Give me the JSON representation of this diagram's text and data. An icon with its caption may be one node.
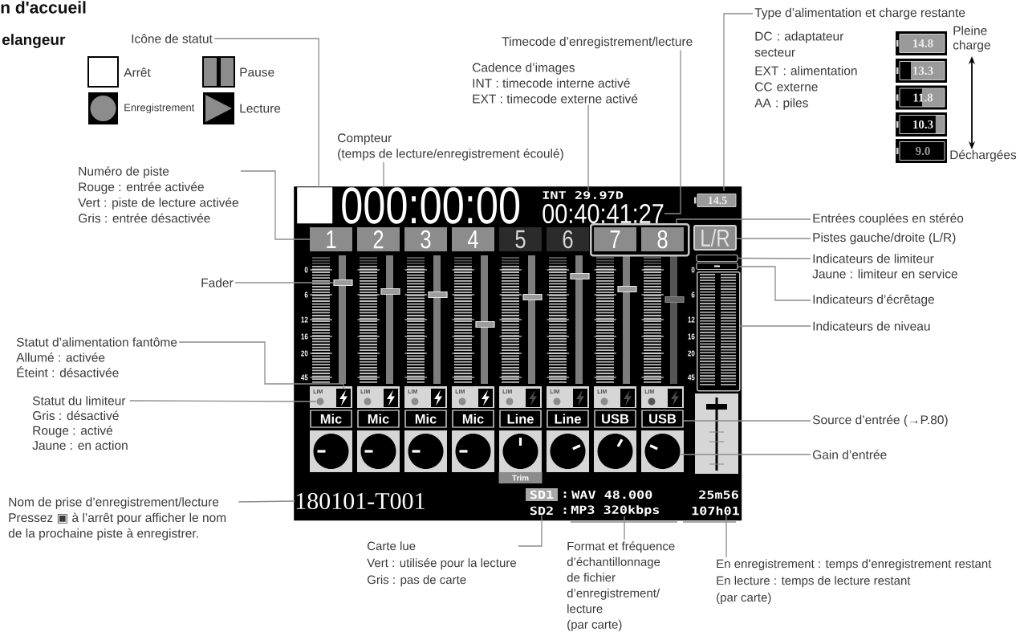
{
  "diagram": {
    "title": "n d'accueil",
    "nodes": [
      {
        "text": [
          "Icône de statut"
        ]
      },
      {
        "text": [
          "Compteur",
          "(temps de lecture/enregistrement écoulé)"
        ]
      },
      {
        "text": [
          "Timecode d’enregistrement/lecture"
        ]
      },
      {
        "text": [
          "Cadence d’images",
          "INT : timecode interne activé",
          "EXT : timecode externe activé"
        ]
      },
      {
        "text": [
          "Type d’alimentation et charge restante"
        ],
        "beside": [
          "DC : adaptateur secteur",
          "EXT : alimentation CC externe",
          "AA : piles"
        ]
      },
      {
        "text": [
          "14.8"
        ]
      },
      {
        "text": [
          "13.3"
        ]
      },
      {
        "text": [
          "11.8"
        ]
      },
      {
        "text": [
          "10.3"
        ]
      },
      {
        "text": [
          "9.0"
        ]
      },
      {
        "text": [
          "Numéro de piste",
          "Rouge : entrée activée",
          "Vert : piste de lecture activée",
          "Gris : entrée désactivée"
        ]
      },
      {
        "text": [
          "Fader"
        ]
      },
      {
        "text": [
          "Statut d’alimentation fantôme",
          "Allumé : activée",
          "Éteint : désactivée"
        ]
      },
      {
        "text": [
          "Statut du limiteur",
          "Gris : désactivé",
          "Rouge : activé",
          "Jaune : en action"
        ]
      },
      {
        "text": [
          "Nom de prise d’enregistrement/lecture",
          "Pressez ▣ à l’arrêt pour afficher le nom de la prochaine piste à enregistrer."
        ]
      },
      {
        "text": [
          "Entrées couplées en stéréo"
        ]
      },
      {
        "text": [
          "Pistes gauche/droite (L/R)"
        ]
      },
      {
        "text": [
          "Indicateurs de limiteur",
          "Jaune : limiteur en service"
        ]
      },
      {
        "text": [
          "Indicateurs d’écrêtage"
        ]
      },
      {
        "text": [
          "Indicateurs de niveau"
        ]
      },
      {
        "text": [
          "Source d’entrée (→P.80)"
        ]
      },
      {
        "text": [
          "Gain d’entrée"
        ]
      },
      {
        "text": [
          "Carte lue",
          "Vert : utilisée pour la lecture",
          "Gris : pas de carte"
        ]
      },
      {
        "text": [
          "Format et fréquence d’échantillonnage de fichier d’enregistrement/ lecture",
          "(par carte)"
        ]
      },
      {
        "text": [
          "En enregistrement : temps d’enregistrement restant",
          "En lecture : temps de lecture restant",
          "(par carte)"
        ]
      },
      {
        "text": [],
        "shape": "box"
      },
      {
        "text": [],
        "shape": "box",
        "in": 25
      },
      {
        "text": [
          "000:00:00"
        ],
        "in": 25
      },
      {
        "text": [
          "INT 29.97D"
        ],
        "in": 25
      },
      {
        "text": [
          "00:40:41:27"
        ],
        "in": 25
      },
      {
        "text": [
          "14.5"
        ],
        "in": 25
      },
      {
        "text": [
          "1"
        ],
        "in": 25
      },
      {
        "text": [
          "2"
        ],
        "in": 25
      },
      {
        "text": [
          "3"
        ],
        "in": 25
      },
      {
        "text": [
          "4"
        ],
        "in": 25
      },
      {
        "text": [
          "5"
        ],
        "in": 25
      },
      {
        "text": [
          "6"
        ],
        "in": 25
      },
      {
        "text": [],
        "shape": "box",
        "in": 25
      },
      {
        "text": [
          "7"
        ],
        "in": 37
      },
      {
        "text": [
          "8"
        ],
        "in": 37
      },
      {
        "text": [
          "L/R"
        ],
        "in": 25
      },
      {
        "text": [],
        "shape": "bar",
        "in": 25
      },
      {
        "text": [],
        "shape": "bar",
        "in": 25
      },
      {
        "text": [],
        "shape": "bar",
        "in": 25,
        "beside": [
          "0",
          "6",
          "12",
          "16",
          "20",
          "45"
        ]
      },
      {
        "text": [],
        "shape": "bar",
        "in": 25
      },
      {
        "text": [],
        "shape": "picture",
        "in": 25
      },
      {
        "text": [],
        "shape": "circle",
        "in": 25
      },
      {
        "text": [
          "Mic"
        ],
        "in": 25
      },
      {
        "text": [
          "Mic"
        ],
        "in": 25
      },
      {
        "text": [
          "Mic"
        ],
        "in": 25
      },
      {
        "text": [
          "Mic"
        ],
        "in": 25
      },
      {
        "text": [
          "Line"
        ],
        "in": 25
      },
      {
        "text": [
          "Line"
        ],
        "in": 25
      },
      {
        "text": [
          "USB"
        ],
        "in": 25
      },
      {
        "text": [
          "USB"
        ],
        "in": 25
      },
      {
        "text": [],
        "shape": "circle",
        "in": 25
      },
      {
        "text": [
          "Trim"
        ],
        "in": 25
      },
      {
        "text": [
          "180101-T001"
        ],
        "in": 25
      },
      {
        "text": [
          "SD1"
        ],
        "in": 25
      },
      {
        "text": [
          "SD2"
        ],
        "in": 25
      },
      {
        "text": [
          "MP3 320kbps"
        ],
        "in": 25
      },
      {
        "text": [
          "107h01"
        ],
        "in": 25
      },
      {
        "text": [],
        "shape": "circle",
        "in": 25
      },
      {
        "text": [],
        "shape": "circle",
        "in": 25
      },
      {
        "text": [],
        "shape": "circle",
        "in": 25
      },
      {
        "text": [],
        "shape": "circle",
        "in": 25
      },
      {
        "text": [],
        "shape": "circle",
        "in": 25
      },
      {
        "text": [],
        "shape": "circle",
        "in": 25
      },
      {
        "text": [],
        "shape": "circle",
        "in": 25
      }
    ],
    "edges": [
      {
        "from": 0,
        "to": 26,
        "arrow": "none"
      },
      {
        "from": 1,
        "to": 27,
        "arrow": "none"
      },
      {
        "from": 2,
        "to": 29,
        "arrow": "none"
      },
      {
        "from": 3,
        "to": 28,
        "arrow": "none"
      },
      {
        "from": 4,
        "to": 30,
        "arrow": "none"
      },
      {
        "from": 10,
        "to": 31,
        "arrow": "none"
      },
      {
        "from": 11,
        "to": 44,
        "arrow": "none"
      },
      {
        "from": 12,
        "to": 45,
        "arrow": "none"
      },
      {
        "from": 13,
        "to": 46,
        "arrow": "none"
      },
      {
        "from": 14,
        "to": 57,
        "arrow": "none"
      },
      {
        "from": 15,
        "to": 37,
        "arrow": "none"
      },
      {
        "from": 16,
        "to": 40,
        "arrow": "none"
      },
      {
        "from": 17,
        "to": 41,
        "arrow": "none"
      },
      {
        "from": 18,
        "to": 42,
        "arrow": "none"
      },
      {
        "from": 19,
        "to": 43,
        "arrow": "none"
      },
      {
        "from": 20,
        "to": 54,
        "arrow": "none"
      },
      {
        "from": 21,
        "to": 55,
        "arrow": "none"
      },
      {
        "from": 22,
        "to": 59,
        "arrow": "none"
      },
      {
        "from": 23,
        "to": 60,
        "arrow": "none"
      },
      {
        "from": 24,
        "to": 61,
        "arrow": "none"
      }
    ],
    "labels": [
      "elangeur",
      "Pleine charge",
      "Déchargées",
      "0",
      "6",
      "12",
      "16",
      "20",
      "45",
      "LIM",
      "LIM",
      "LIM",
      "LIM",
      "LIM",
      "LIM",
      "LIM",
      "LIM",
      ":",
      "WAV 48.000",
      "25m56",
      ":"
    ],
    "legend": [
      {
        "text": "Arrêt"
      },
      {
        "text": "Pause"
      },
      {
        "text": "Enregistrement"
      },
      {
        "text": "Lecture"
      }
    ]
  }
}
